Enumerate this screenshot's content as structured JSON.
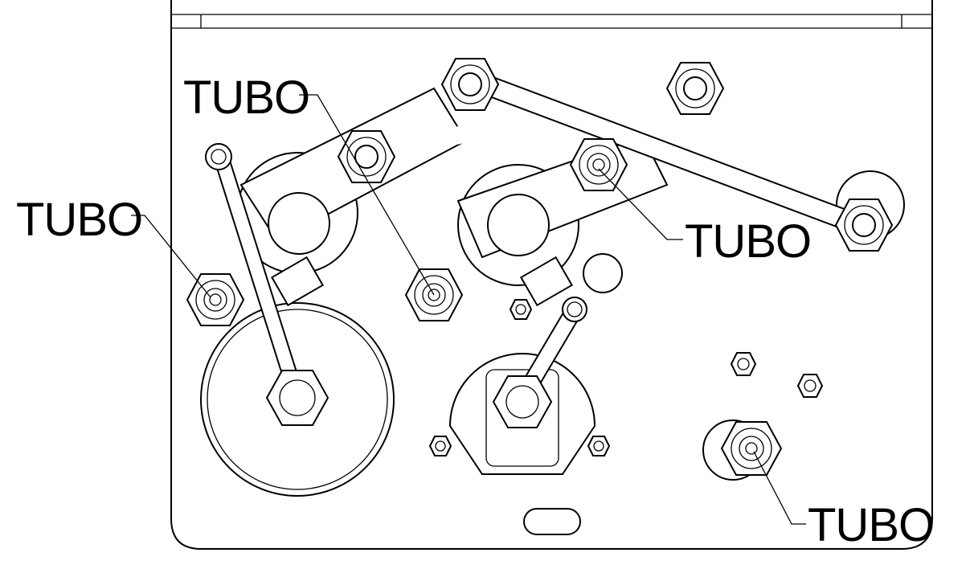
{
  "title": "Technical drawing - plate with fittings and tubes",
  "callouts": [
    {
      "id": "top-left",
      "label": "TUBO"
    },
    {
      "id": "left",
      "label": "TUBO"
    },
    {
      "id": "right",
      "label": "TUBO"
    },
    {
      "id": "bottom-right",
      "label": "TUBO"
    }
  ]
}
